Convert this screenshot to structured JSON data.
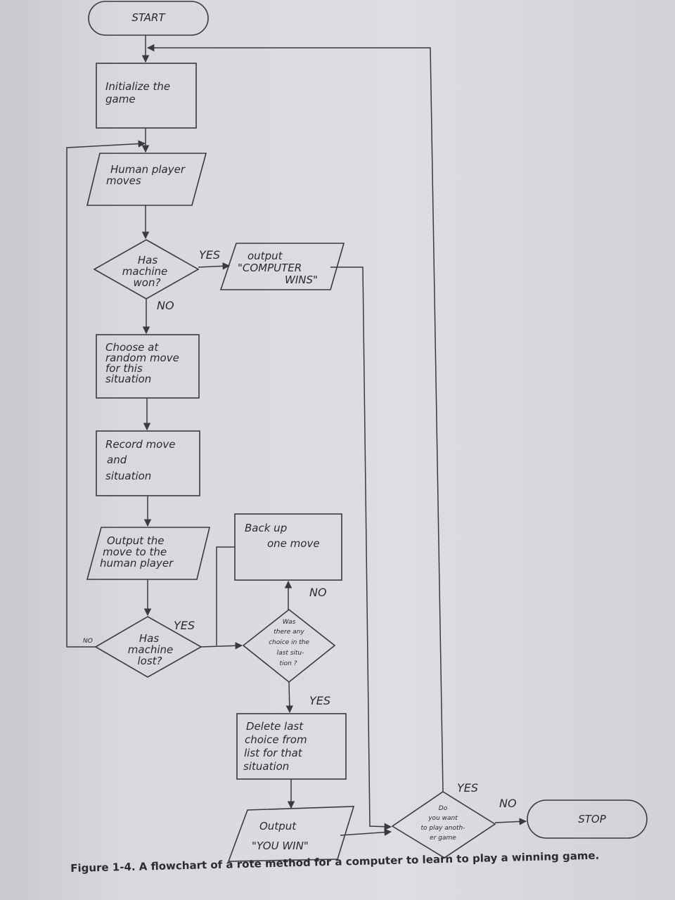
{
  "nodes": {
    "start": "START",
    "initialize": [
      "Initialize the",
      "game"
    ],
    "human_moves": [
      "Human player",
      "moves"
    ],
    "machine_won": [
      "Has",
      "machine",
      "won?"
    ],
    "computer_wins": [
      "output",
      "\"COMPUTER",
      "WINS\""
    ],
    "choose_random": [
      "Choose at",
      "random move",
      "for this",
      "situation"
    ],
    "record_move": [
      "Record move",
      "and",
      "situation"
    ],
    "output_move": [
      "Output the",
      "move to the",
      "human player"
    ],
    "back_up": [
      "Back up",
      "one move"
    ],
    "machine_lost": [
      "Has",
      "machine",
      "lost?"
    ],
    "any_choice": [
      "Was",
      "there any",
      "choice in the",
      "last situ-",
      "tion ?"
    ],
    "delete_choice": [
      "Delete last",
      "choice from",
      "list for that",
      "situation"
    ],
    "you_win": [
      "Output",
      "\"YOU WIN\""
    ],
    "play_again": [
      "Do",
      "you want",
      "to play anoth-",
      "er game"
    ],
    "stop": "STOP"
  },
  "edge_labels": {
    "won_yes": "YES",
    "won_no": "NO",
    "lost_yes": "YES",
    "lost_no": "NO",
    "choice_no": "NO",
    "choice_yes": "YES",
    "again_yes": "YES",
    "again_no": "NO"
  },
  "caption": "Figure 1-4. A flowchart of a rote method for a computer to learn to play a winning game."
}
